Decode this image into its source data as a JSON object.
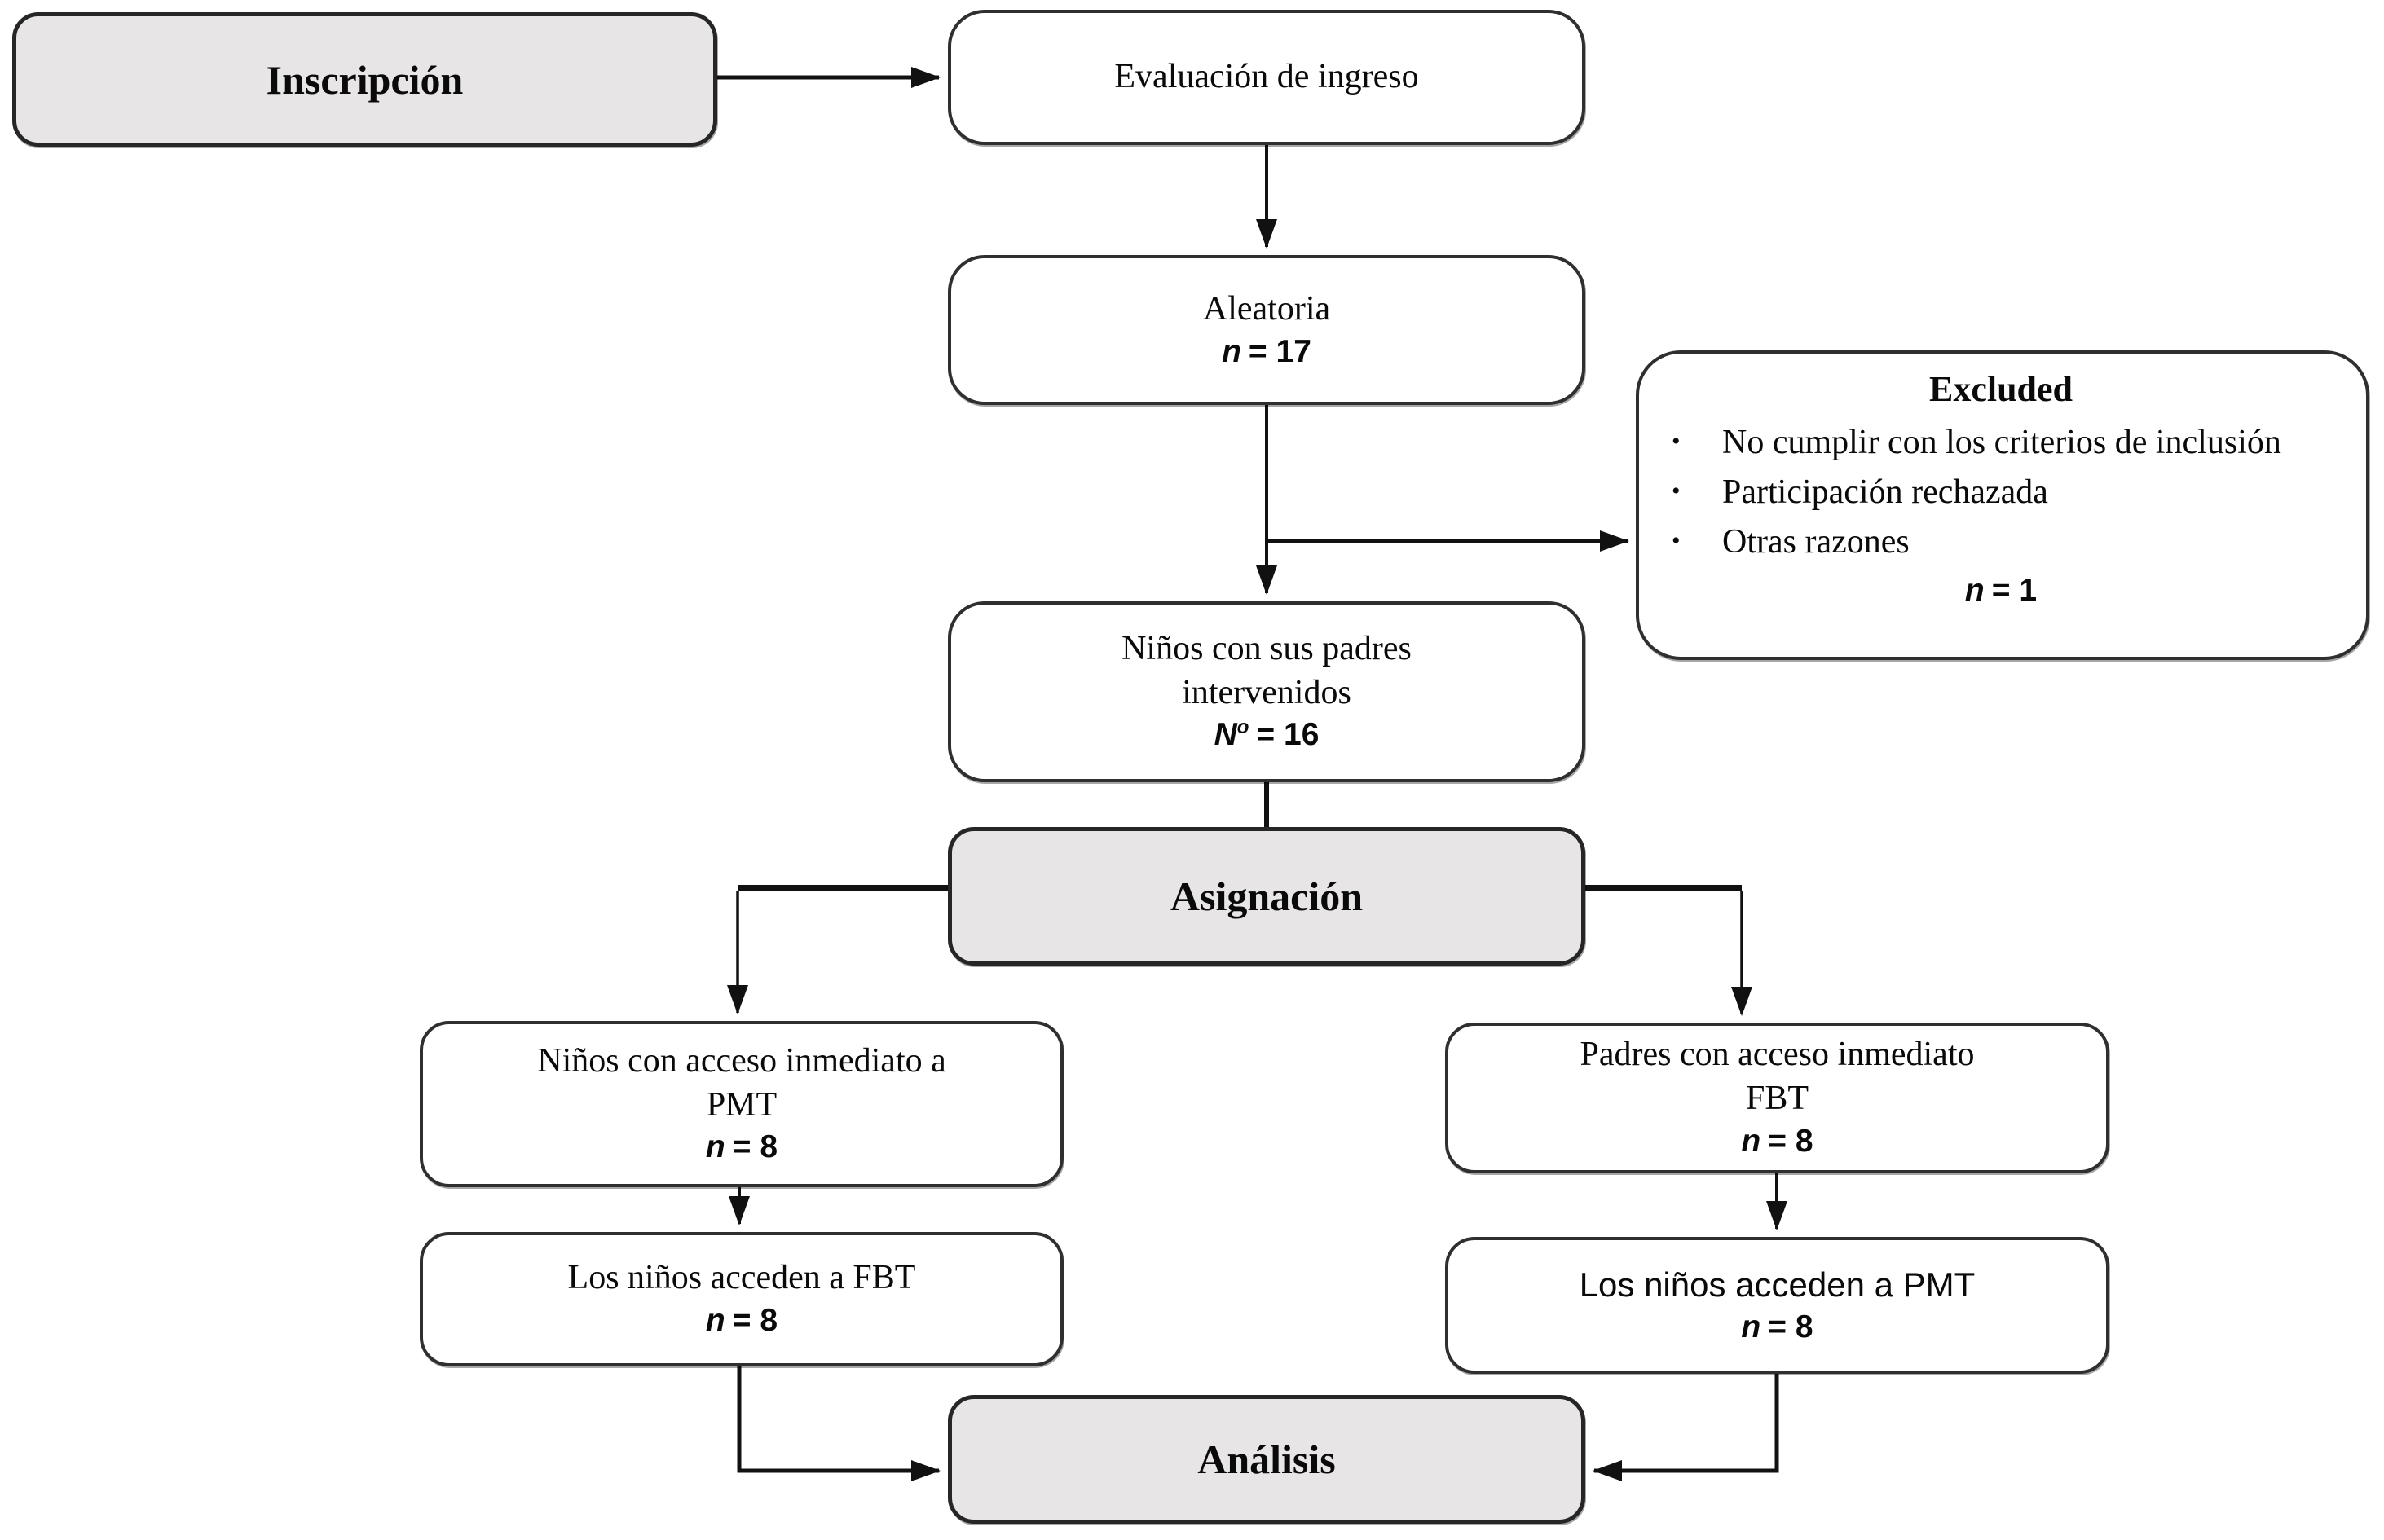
{
  "colors": {
    "background": "#ffffff",
    "stage_fill": "#e7e5e6",
    "process_fill": "#ffffff",
    "border": "#2f2f2f",
    "line": "#111111"
  },
  "bullet_glyph": "•",
  "nodes": {
    "inscripcion": {
      "label": "Inscripción"
    },
    "evaluacion": {
      "label": "Evaluación de ingreso"
    },
    "aleatoria": {
      "line1": "Aleatoria",
      "n_var": "n",
      "n_rest": "= 17"
    },
    "excluded": {
      "title": "Excluded",
      "bullets": [
        "No cumplir con los criterios de inclusión",
        "Participación rechazada",
        "Otras razones"
      ],
      "n_var": "n",
      "n_rest": "= 1"
    },
    "intervenidos": {
      "line1": "Niños con sus padres",
      "line2": "intervenidos",
      "n_var": "N",
      "n_sup": "o",
      "n_rest": "= 16"
    },
    "asignacion": {
      "label": "Asignación"
    },
    "left_top": {
      "line1": "Niños con acceso inmediato a",
      "line2": "PMT",
      "n_var": "n",
      "n_rest": "= 8"
    },
    "left_bottom": {
      "line1": "Los niños acceden a FBT",
      "n_var": "n",
      "n_rest": "= 8"
    },
    "right_top": {
      "line1": "Padres con acceso inmediato",
      "line2": "FBT",
      "n_var": "n",
      "n_rest": "= 8"
    },
    "right_bottom": {
      "line1": "Los niños acceden a PMT",
      "n_var": "n",
      "n_rest": "= 8"
    },
    "analisis": {
      "label": "Análisis"
    }
  },
  "edges": [
    {
      "from": "Inscripción",
      "to": "Evaluación de ingreso"
    },
    {
      "from": "Evaluación de ingreso",
      "to": "Aleatoria"
    },
    {
      "from": "Aleatoria",
      "to": "Excluded"
    },
    {
      "from": "Aleatoria",
      "to": "Niños con sus padres intervenidos"
    },
    {
      "from": "Niños con sus padres intervenidos",
      "to": "Asignación"
    },
    {
      "from": "Asignación",
      "to": "Niños con acceso inmediato a PMT"
    },
    {
      "from": "Asignación",
      "to": "Padres con acceso inmediato FBT"
    },
    {
      "from": "Niños con acceso inmediato a PMT",
      "to": "Los niños acceden a FBT"
    },
    {
      "from": "Padres con acceso inmediato FBT",
      "to": "Los niños acceden a PMT"
    },
    {
      "from": "Los niños acceden a FBT",
      "to": "Análisis"
    },
    {
      "from": "Los niños acceden a PMT",
      "to": "Análisis"
    }
  ]
}
